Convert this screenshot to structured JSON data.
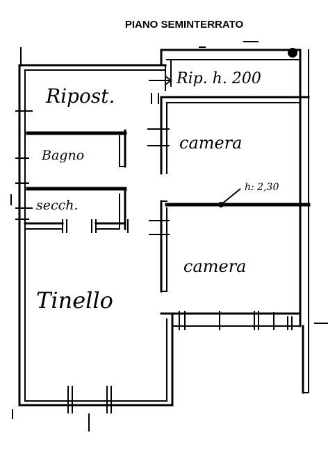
{
  "title": "PIANO SEMINTERRATO",
  "rooms": {
    "ripostiglio": "Ripost.",
    "ripostiglio_small": "Rip. h. 200",
    "camera_top": "camera",
    "bagno": "Bagno",
    "secchiaio": "secch.",
    "camera_bottom": "camera",
    "tinello": "Tinello"
  },
  "annotations": {
    "height_note": "h: 2,30"
  },
  "colors": {
    "ink": "#000000",
    "paper": "#ffffff"
  }
}
